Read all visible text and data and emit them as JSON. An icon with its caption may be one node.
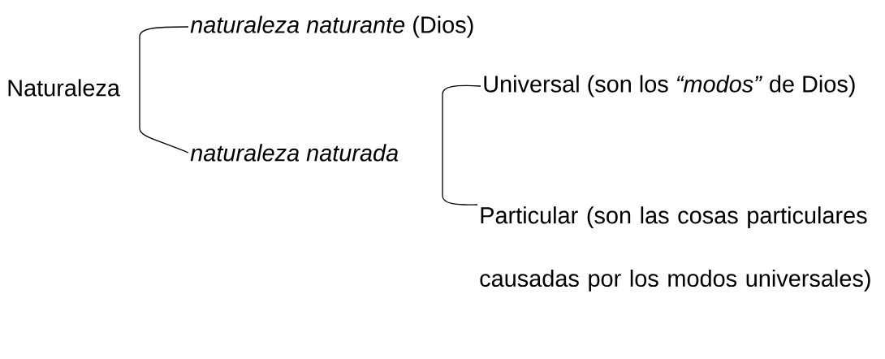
{
  "diagram": {
    "nodes": [
      {
        "text": [
          "Naturaleza"
        ]
      },
      {
        "text": [
          "*naturaleza naturante* (Dios)"
        ]
      },
      {
        "text": [
          "naturaleza naturada"
        ]
      },
      {
        "text": [
          "Universal (son los *“modos”* de Dios)"
        ]
      },
      {
        "text": [
          "Particular (son las cosas particulares causadas por los modos universales)"
        ]
      }
    ],
    "edges": [
      {
        "from": 0,
        "to": 1,
        "arrow": "none"
      },
      {
        "from": 0,
        "to": 2,
        "arrow": "none"
      },
      {
        "from": 2,
        "to": 3,
        "arrow": "none"
      },
      {
        "from": 2,
        "to": 4,
        "arrow": "none"
      }
    ]
  }
}
